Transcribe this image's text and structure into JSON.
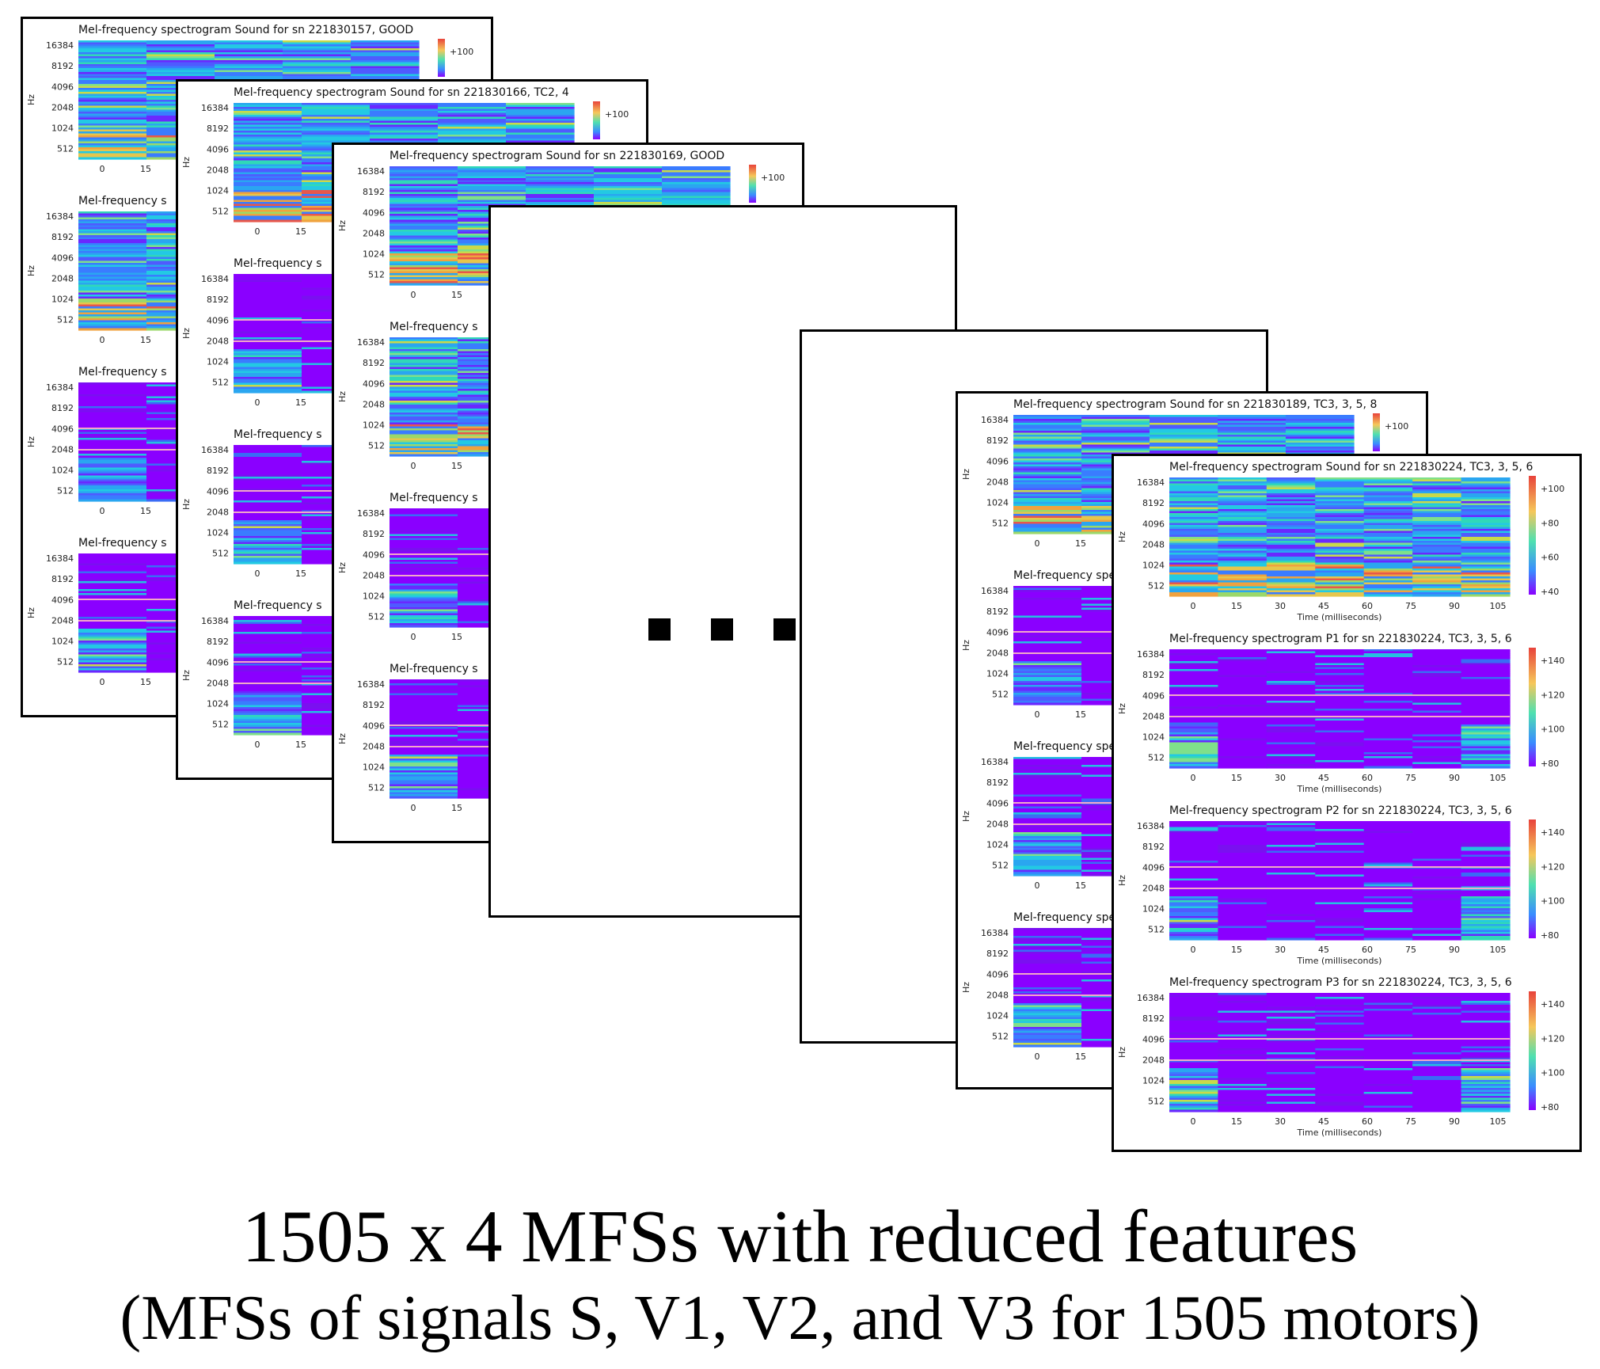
{
  "sheets": [
    {
      "plots": [
        {
          "title": "Mel-frequency spectrogram Sound for sn 221830157, GOOD",
          "ylabel": "Hz",
          "yticks": [
            "16384",
            "8192",
            "4096",
            "2048",
            "1024",
            "512"
          ],
          "xticks": [
            "0",
            "15"
          ],
          "colorbar_ticks": [
            "+100"
          ],
          "palette": "sound"
        },
        {
          "title": "Mel-frequency s",
          "ylabel": "Hz",
          "yticks": [
            "16384",
            "8192",
            "4096",
            "2048",
            "1024",
            "512"
          ],
          "xticks": [
            "0",
            "15"
          ],
          "palette": "sound"
        },
        {
          "title": "Mel-frequency s",
          "ylabel": "Hz",
          "yticks": [
            "16384",
            "8192",
            "4096",
            "2048",
            "1024",
            "512"
          ],
          "xticks": [
            "0",
            "15"
          ],
          "palette": "purple"
        },
        {
          "title": "Mel-frequency s",
          "ylabel": "Hz",
          "yticks": [
            "16384",
            "8192",
            "4096",
            "2048",
            "1024",
            "512"
          ],
          "xticks": [
            "0",
            "15"
          ],
          "palette": "purple"
        }
      ]
    },
    {
      "plots": [
        {
          "title": "Mel-frequency spectrogram Sound for sn 221830166, TC2, 4",
          "ylabel": "Hz",
          "yticks": [
            "16384",
            "8192",
            "4096",
            "2048",
            "1024",
            "512"
          ],
          "xticks": [
            "0",
            "15"
          ],
          "colorbar_ticks": [
            "+100"
          ],
          "palette": "sound"
        },
        {
          "title": "Mel-frequency s",
          "ylabel": "Hz",
          "yticks": [
            "16384",
            "8192",
            "4096",
            "2048",
            "1024",
            "512"
          ],
          "xticks": [
            "0",
            "15"
          ],
          "palette": "purple"
        },
        {
          "title": "Mel-frequency s",
          "ylabel": "Hz",
          "yticks": [
            "16384",
            "8192",
            "4096",
            "2048",
            "1024",
            "512"
          ],
          "xticks": [
            "0",
            "15"
          ],
          "palette": "purple"
        },
        {
          "title": "Mel-frequency s",
          "ylabel": "Hz",
          "yticks": [
            "16384",
            "8192",
            "4096",
            "2048",
            "1024",
            "512"
          ],
          "xticks": [
            "0",
            "15"
          ],
          "palette": "purple"
        }
      ]
    },
    {
      "plots": [
        {
          "title": "Mel-frequency spectrogram Sound for sn 221830169, GOOD",
          "ylabel": "Hz",
          "yticks": [
            "16384",
            "8192",
            "4096",
            "2048",
            "1024",
            "512"
          ],
          "xticks": [
            "0",
            "15"
          ],
          "colorbar_ticks": [
            "+100"
          ],
          "palette": "sound"
        },
        {
          "title": "Mel-frequency s",
          "ylabel": "Hz",
          "yticks": [
            "16384",
            "8192",
            "4096",
            "2048",
            "1024",
            "512"
          ],
          "xticks": [
            "0",
            "15"
          ],
          "palette": "sound"
        },
        {
          "title": "Mel-frequency s",
          "ylabel": "Hz",
          "yticks": [
            "16384",
            "8192",
            "4096",
            "2048",
            "1024",
            "512"
          ],
          "xticks": [
            "0",
            "15"
          ],
          "palette": "purple"
        },
        {
          "title": "Mel-frequency s",
          "ylabel": "Hz",
          "yticks": [
            "16384",
            "8192",
            "4096",
            "2048",
            "1024",
            "512"
          ],
          "xticks": [
            "0",
            "15"
          ],
          "palette": "purple"
        }
      ]
    },
    {
      "plots": []
    },
    {
      "plots": []
    },
    {
      "plots": [
        {
          "title": "Mel-frequency spectrogram Sound for sn 221830189, TC3, 3, 5, 8",
          "ylabel": "Hz",
          "yticks": [
            "16384",
            "8192",
            "4096",
            "2048",
            "1024",
            "512"
          ],
          "xticks": [
            "0",
            "15"
          ],
          "colorbar_ticks": [
            "+100"
          ],
          "palette": "sound"
        },
        {
          "title": "Mel-frequency spe",
          "ylabel": "Hz",
          "yticks": [
            "16384",
            "8192",
            "4096",
            "2048",
            "1024",
            "512"
          ],
          "xticks": [
            "0",
            "15"
          ],
          "palette": "purple"
        },
        {
          "title": "Mel-frequency spe",
          "ylabel": "Hz",
          "yticks": [
            "16384",
            "8192",
            "4096",
            "2048",
            "1024",
            "512"
          ],
          "xticks": [
            "0",
            "15"
          ],
          "palette": "purple"
        },
        {
          "title": "Mel-frequency spe",
          "ylabel": "Hz",
          "yticks": [
            "16384",
            "8192",
            "4096",
            "2048",
            "1024",
            "512"
          ],
          "xticks": [
            "0",
            "15"
          ],
          "palette": "purple"
        }
      ]
    },
    {
      "plots": [
        {
          "title": "Mel-frequency spectrogram Sound for sn 221830224, TC3, 3, 5, 6",
          "ylabel": "Hz",
          "yticks": [
            "16384",
            "8192",
            "4096",
            "2048",
            "1024",
            "512"
          ],
          "xticks": [
            "0",
            "15",
            "30",
            "45",
            "60",
            "75",
            "90",
            "105"
          ],
          "xlabel": "Time (milliseconds)",
          "colorbar_ticks": [
            "+100",
            "+80",
            "+60",
            "+40"
          ],
          "palette": "sound"
        },
        {
          "title": "Mel-frequency spectrogram P1 for sn 221830224, TC3, 3, 5, 6",
          "ylabel": "Hz",
          "yticks": [
            "16384",
            "8192",
            "4096",
            "2048",
            "1024",
            "512"
          ],
          "xticks": [
            "0",
            "15",
            "30",
            "45",
            "60",
            "75",
            "90",
            "105"
          ],
          "xlabel": "Time (milliseconds)",
          "colorbar_ticks": [
            "+140",
            "+120",
            "+100",
            "+80"
          ],
          "palette": "purple"
        },
        {
          "title": "Mel-frequency spectrogram P2 for sn 221830224, TC3, 3, 5, 6",
          "ylabel": "Hz",
          "yticks": [
            "16384",
            "8192",
            "4096",
            "2048",
            "1024",
            "512"
          ],
          "xticks": [
            "0",
            "15",
            "30",
            "45",
            "60",
            "75",
            "90",
            "105"
          ],
          "xlabel": "Time (milliseconds)",
          "colorbar_ticks": [
            "+140",
            "+120",
            "+100",
            "+80"
          ],
          "palette": "purple"
        },
        {
          "title": "Mel-frequency spectrogram P3 for sn 221830224, TC3, 3, 5, 6",
          "ylabel": "Hz",
          "yticks": [
            "16384",
            "8192",
            "4096",
            "2048",
            "1024",
            "512"
          ],
          "xticks": [
            "0",
            "15",
            "30",
            "45",
            "60",
            "75",
            "90",
            "105"
          ],
          "xlabel": "Time (milliseconds)",
          "colorbar_ticks": [
            "+140",
            "+120",
            "+100",
            "+80"
          ],
          "palette": "purple"
        }
      ]
    }
  ],
  "caption": {
    "line1": "1505 x 4 MFSs with reduced features",
    "line2": "(MFSs of signals S, V1, V2, and V3 for 1505 motors)"
  },
  "colors": {
    "purple_base": "#8a00ff",
    "sound_base": "#3a8cff",
    "accent_yellow": "#f6c75a",
    "accent_red": "#e8433b"
  }
}
